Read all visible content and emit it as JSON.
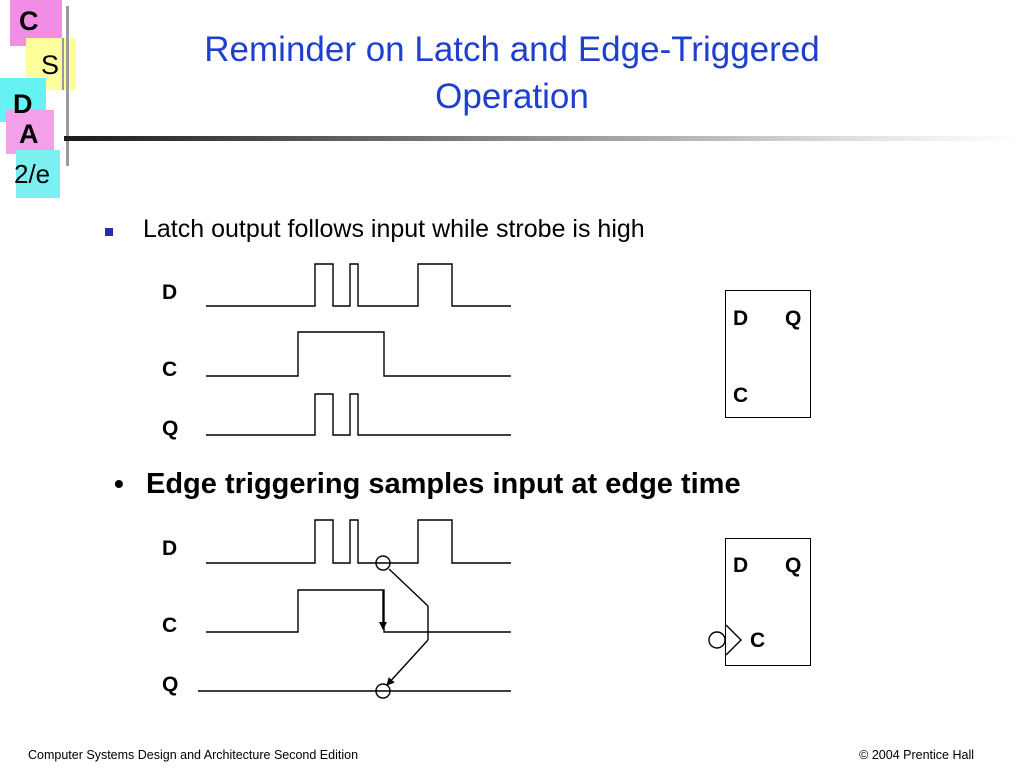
{
  "logo": {
    "letters": [
      "C",
      "S",
      "D",
      "A",
      "2/e"
    ],
    "colors": {
      "magenta": "#f08ee6",
      "yellow": "#fefe9c",
      "cyan": "#66f2f2",
      "pink": "#f2a0e8"
    }
  },
  "title": {
    "line1": "Reminder on Latch and Edge-Triggered",
    "line2": "Operation",
    "color": "#1f3fd1"
  },
  "bullets": [
    {
      "text": "Latch output follows input while strobe is high",
      "marker": "■"
    },
    {
      "text": "Edge triggering samples input at edge time",
      "marker": "•"
    }
  ],
  "latch_diagram": {
    "signals": [
      "D",
      "C",
      "Q"
    ],
    "flipflop": {
      "d": "D",
      "q": "Q",
      "c": "C"
    }
  },
  "edge_diagram": {
    "signals": [
      "D",
      "C",
      "Q"
    ],
    "flipflop": {
      "d": "D",
      "q": "Q",
      "c": "C"
    }
  },
  "footer": {
    "left": "Computer Systems Design and Architecture Second Edition",
    "right": "© 2004 Prentice Hall"
  }
}
